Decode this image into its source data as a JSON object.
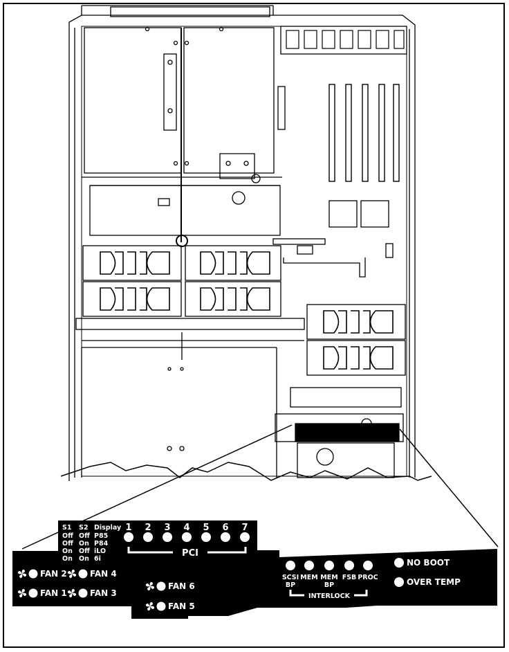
{
  "switch_table": {
    "headers": [
      "S1",
      "S2",
      "Display"
    ],
    "rows": [
      [
        "Off",
        "Off",
        "P85"
      ],
      [
        "Off",
        "On",
        "P84"
      ],
      [
        "On",
        "Off",
        "iLO"
      ],
      [
        "On",
        "On",
        "6i"
      ]
    ]
  },
  "pci": {
    "slots": [
      "1",
      "2",
      "3",
      "4",
      "5",
      "6",
      "7"
    ],
    "label": "PCI"
  },
  "fans": {
    "fan1": "FAN 1",
    "fan2": "FAN 2",
    "fan3": "FAN 3",
    "fan4": "FAN 4",
    "fan5": "FAN 5",
    "fan6": "FAN 6"
  },
  "interlock": {
    "items": [
      {
        "line1": "SCSI",
        "line2": "BP"
      },
      {
        "line1": "MEM",
        "line2": ""
      },
      {
        "line1": "MEM",
        "line2": "BP"
      },
      {
        "line1": "FSB",
        "line2": ""
      },
      {
        "line1": "PROC",
        "line2": ""
      }
    ],
    "label": "INTERLOCK"
  },
  "status": {
    "no_boot": "NO BOOT",
    "over_temp": "OVER TEMP"
  }
}
